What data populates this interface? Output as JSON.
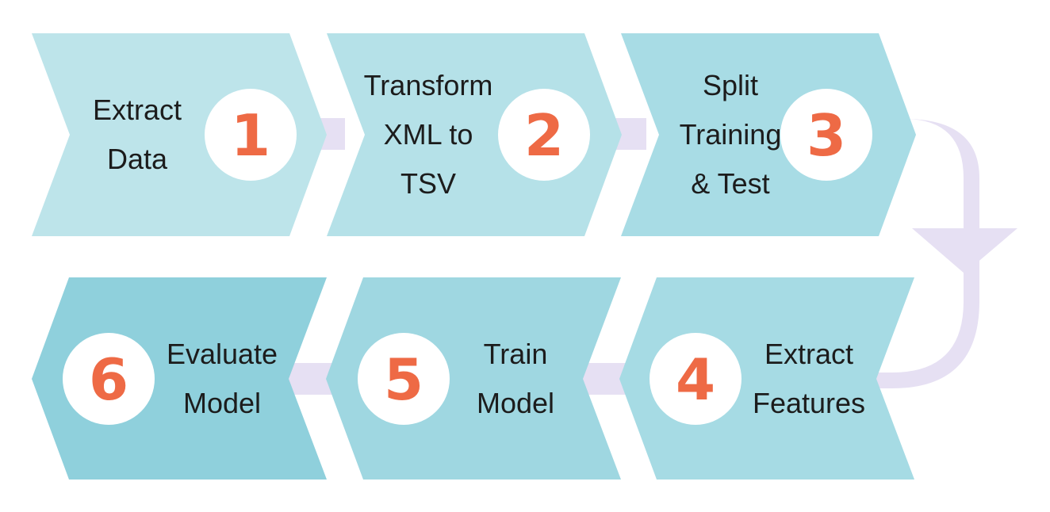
{
  "diagram": {
    "colors": {
      "connector": "#e6e0f3",
      "number": "#ee6a45",
      "circle": "#ffffff",
      "text": "#1c1c1c"
    },
    "steps": [
      {
        "number": "1",
        "lines": [
          "Extract",
          "Data"
        ],
        "fill": "#bde4ea"
      },
      {
        "number": "2",
        "lines": [
          "Transform",
          "XML to",
          "TSV"
        ],
        "fill": "#b5e1e8"
      },
      {
        "number": "3",
        "lines": [
          "Split",
          "Training",
          "& Test"
        ],
        "fill": "#a8dce5"
      },
      {
        "number": "4",
        "lines": [
          "Extract",
          "Features"
        ],
        "fill": "#a6dbe4"
      },
      {
        "number": "5",
        "lines": [
          "Train",
          "Model"
        ],
        "fill": "#9fd7e1"
      },
      {
        "number": "6",
        "lines": [
          "Evaluate",
          "Model"
        ],
        "fill": "#8fd0dc"
      }
    ]
  }
}
